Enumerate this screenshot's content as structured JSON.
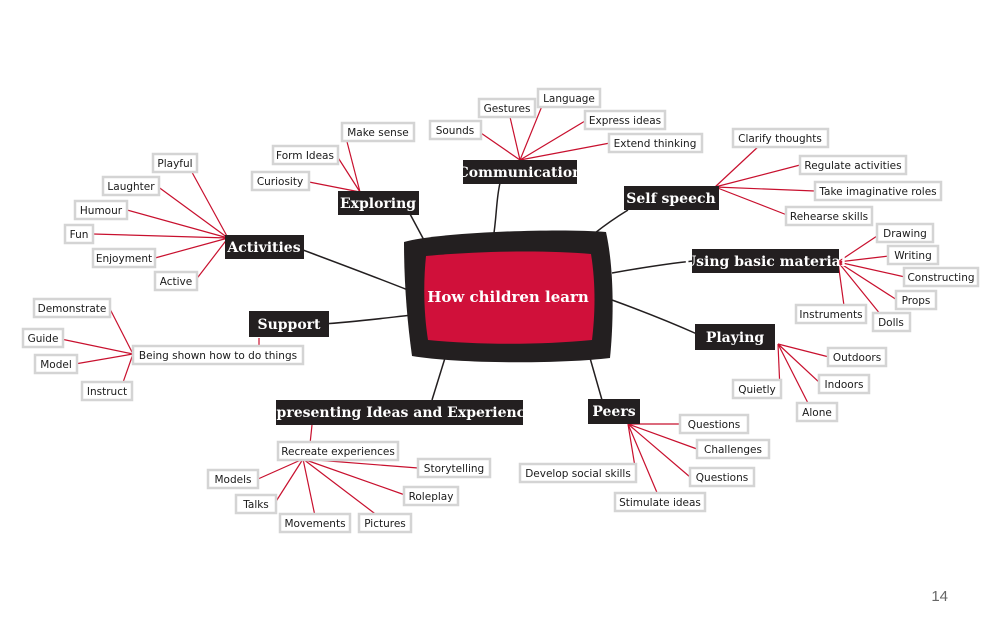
{
  "center": "How children learn",
  "branches": {
    "communication": "Communication",
    "exploring": "Exploring",
    "self_speech": "Self speech",
    "activities": "Activities",
    "using_basic_material": "Using basic material",
    "support": "Support",
    "playing": "Playing",
    "representing": "Representing Ideas and Experiences",
    "peers": "Peers"
  },
  "leaves": {
    "communication": [
      "Gestures",
      "Language",
      "Sounds",
      "Express ideas",
      "Extend thinking"
    ],
    "exploring": [
      "Make sense",
      "Form Ideas",
      "Curiosity"
    ],
    "self_speech": [
      "Clarify thoughts",
      "Regulate activities",
      "Take imaginative roles",
      "Rehearse skills"
    ],
    "activities": [
      "Playful",
      "Laughter",
      "Humour",
      "Fun",
      "Enjoyment",
      "Active"
    ],
    "using_basic_material": [
      "Drawing",
      "Writing",
      "Constructing",
      "Props",
      "Dolls",
      "Instruments"
    ],
    "support": [
      "Being shown how to do things",
      "Demonstrate",
      "Guide",
      "Model",
      "Instruct"
    ],
    "playing": [
      "Outdoors",
      "Indoors",
      "Quietly",
      "Alone"
    ],
    "representing": [
      "Recreate experiences",
      "Storytelling",
      "Models",
      "Roleplay",
      "Talks",
      "Movements",
      "Pictures"
    ],
    "peers": [
      "Questions",
      "Challenges",
      "Questions",
      "Develop social skills",
      "Stimulate ideas"
    ]
  },
  "page_number": "14",
  "colors": {
    "accent": "#d0103a",
    "dark": "#231f20",
    "leaf_border": "#d4d4d4",
    "connector": "#c8102e"
  }
}
